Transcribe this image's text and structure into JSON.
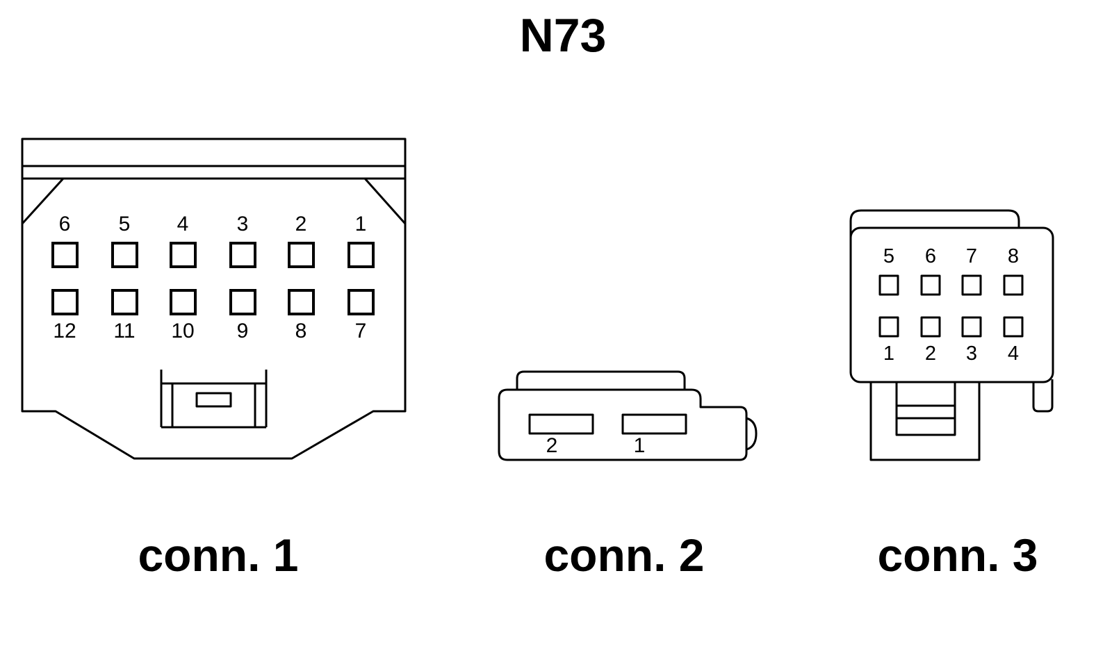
{
  "title": "N73",
  "connectors": [
    {
      "caption": "conn. 1",
      "top_row_pins": [
        "6",
        "5",
        "4",
        "3",
        "2",
        "1"
      ],
      "bottom_row_pins": [
        "12",
        "11",
        "10",
        "9",
        "8",
        "7"
      ]
    },
    {
      "caption": "conn. 2",
      "pins": [
        "2",
        "1"
      ]
    },
    {
      "caption": "conn. 3",
      "top_row_pins": [
        "5",
        "6",
        "7",
        "8"
      ],
      "bottom_row_pins": [
        "1",
        "2",
        "3",
        "4"
      ]
    }
  ],
  "colors": {
    "line": "#000000",
    "background": "#ffffff"
  }
}
